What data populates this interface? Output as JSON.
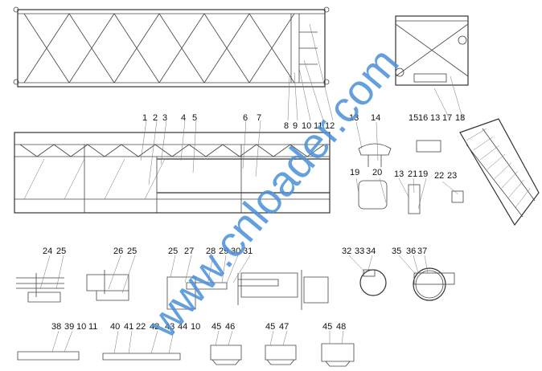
{
  "watermark": "www.cnloader.com",
  "callouts": {
    "top_view": [
      "8",
      "9",
      "10",
      "11",
      "12"
    ],
    "side_view": [
      "1",
      "2",
      "3",
      "4",
      "5",
      "6",
      "7"
    ],
    "detail_a": [
      "13",
      "14"
    ],
    "detail_b": [
      "15",
      "16",
      "13",
      "17",
      "18"
    ],
    "detail_c": [
      "19",
      "20"
    ],
    "detail_d": [
      "13",
      "21",
      "19"
    ],
    "detail_e": [
      "22",
      "23"
    ],
    "detail_f": [
      "24",
      "25"
    ],
    "detail_g": [
      "26",
      "25"
    ],
    "detail_h": [
      "25",
      "27",
      "28",
      "29",
      "30",
      "31"
    ],
    "detail_i": [
      "32",
      "33",
      "34"
    ],
    "detail_j": [
      "35",
      "36",
      "37"
    ],
    "detail_k": [
      "38",
      "39",
      "10",
      "11"
    ],
    "detail_l": [
      "40",
      "41",
      "22",
      "42"
    ],
    "detail_m": [
      "43",
      "44",
      "10"
    ],
    "detail_n": [
      "45",
      "46"
    ],
    "detail_o": [
      "45",
      "47"
    ],
    "detail_p": [
      "45",
      "48"
    ]
  }
}
